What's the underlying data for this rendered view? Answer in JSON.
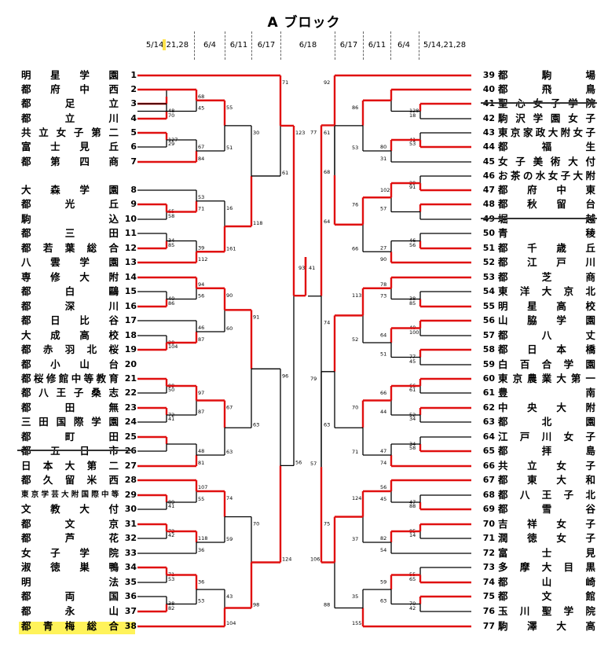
{
  "title": "A ブロック",
  "dates": {
    "left": [
      "5/14,21,28",
      "6/4",
      "6/11",
      "6/17"
    ],
    "center": "6/18",
    "right": [
      "6/17",
      "6/11",
      "6/4",
      "5/14,21,28"
    ]
  },
  "left_teams": [
    {
      "no": "1",
      "name": "明星学園"
    },
    {
      "no": "2",
      "name": "都府中西"
    },
    {
      "no": "3",
      "name": "都足立"
    },
    {
      "no": "4",
      "name": "都立川"
    },
    {
      "no": "5",
      "name": "共立女子第二"
    },
    {
      "no": "6",
      "name": "富士見丘"
    },
    {
      "no": "7",
      "name": "都第四商"
    },
    {
      "no": "8",
      "name": "大森学園"
    },
    {
      "no": "9",
      "name": "都光丘"
    },
    {
      "no": "10",
      "name": "駒込"
    },
    {
      "no": "11",
      "name": "都三田"
    },
    {
      "no": "12",
      "name": "都若葉総合"
    },
    {
      "no": "13",
      "name": "八雲学園"
    },
    {
      "no": "14",
      "name": "専修大附"
    },
    {
      "no": "15",
      "name": "都白鷗"
    },
    {
      "no": "16",
      "name": "都深川"
    },
    {
      "no": "17",
      "name": "都日比谷"
    },
    {
      "no": "18",
      "name": "大成高校"
    },
    {
      "no": "19",
      "name": "都赤羽北桜"
    },
    {
      "no": "20",
      "name": "都小山台"
    },
    {
      "no": "21",
      "name": "都桜修館中等教育"
    },
    {
      "no": "22",
      "name": "都八王子桑志"
    },
    {
      "no": "23",
      "name": "都田無"
    },
    {
      "no": "24",
      "name": "三田国際学園"
    },
    {
      "no": "25",
      "name": "都町田"
    },
    {
      "no": "26",
      "name": "都五日市"
    },
    {
      "no": "27",
      "name": "日本大第二"
    },
    {
      "no": "28",
      "name": "都久留米西"
    },
    {
      "no": "29",
      "name": "東京学芸大附国際中等"
    },
    {
      "no": "30",
      "name": "文教大付"
    },
    {
      "no": "31",
      "name": "都文京"
    },
    {
      "no": "32",
      "name": "都芦花"
    },
    {
      "no": "33",
      "name": "女子学院"
    },
    {
      "no": "34",
      "name": "淑徳巣鴨"
    },
    {
      "no": "35",
      "name": "明法"
    },
    {
      "no": "36",
      "name": "都両国"
    },
    {
      "no": "37",
      "name": "都永山"
    },
    {
      "no": "38",
      "name": "都青梅総合"
    }
  ],
  "right_teams": [
    {
      "no": "39",
      "name": "都駒場"
    },
    {
      "no": "40",
      "name": "都飛鳥"
    },
    {
      "no": "41",
      "name": "聖心女子学院"
    },
    {
      "no": "42",
      "name": "駒沢学園女子"
    },
    {
      "no": "43",
      "name": "東京家政大附女子"
    },
    {
      "no": "44",
      "name": "都福生"
    },
    {
      "no": "45",
      "name": "女子美術大付"
    },
    {
      "no": "46",
      "name": "お茶の水女子大附"
    },
    {
      "no": "47",
      "name": "都府中東"
    },
    {
      "no": "48",
      "name": "都秋留台"
    },
    {
      "no": "49",
      "name": "堀越"
    },
    {
      "no": "50",
      "name": "青稜"
    },
    {
      "no": "51",
      "name": "都千歳丘"
    },
    {
      "no": "52",
      "name": "都江戸川"
    },
    {
      "no": "53",
      "name": "都芝商"
    },
    {
      "no": "54",
      "name": "東洋大京北"
    },
    {
      "no": "55",
      "name": "明星高校"
    },
    {
      "no": "56",
      "name": "山脇学園"
    },
    {
      "no": "57",
      "name": "都八丈"
    },
    {
      "no": "58",
      "name": "都日本橋"
    },
    {
      "no": "59",
      "name": "白百合学園"
    },
    {
      "no": "60",
      "name": "東京農業大第一"
    },
    {
      "no": "61",
      "name": "豊南"
    },
    {
      "no": "62",
      "name": "中央大附"
    },
    {
      "no": "63",
      "name": "都北園"
    },
    {
      "no": "64",
      "name": "江戸川女子"
    },
    {
      "no": "65",
      "name": "都拝島"
    },
    {
      "no": "66",
      "name": "共立女子"
    },
    {
      "no": "67",
      "name": "都東大和"
    },
    {
      "no": "68",
      "name": "都八王子北"
    },
    {
      "no": "69",
      "name": "都雪谷"
    },
    {
      "no": "70",
      "name": "吉祥女子"
    },
    {
      "no": "71",
      "name": "潤徳女子"
    },
    {
      "no": "72",
      "name": "富士見"
    },
    {
      "no": "73",
      "name": "多摩大目黒"
    },
    {
      "no": "74",
      "name": "都山崎"
    },
    {
      "no": "75",
      "name": "都文館"
    },
    {
      "no": "76",
      "name": "玉川聖学院"
    },
    {
      "no": "77",
      "name": "駒澤大高"
    }
  ],
  "scores": {
    "left": [
      [
        "68",
        "45"
      ],
      [
        "48",
        "70"
      ],
      [
        "127",
        "29"
      ],
      [
        "55",
        "51"
      ],
      [
        "67",
        "84"
      ],
      [
        "30",
        "118"
      ],
      [
        "53",
        "71"
      ],
      [
        "65",
        "58"
      ],
      [
        "34",
        "85"
      ],
      [
        "39",
        "112"
      ],
      [
        "16",
        "161"
      ],
      [
        "94",
        "56"
      ],
      [
        "40",
        "86"
      ],
      [
        "46",
        "87"
      ],
      [
        "28",
        "104"
      ],
      [
        "90",
        "60"
      ],
      [
        "48",
        "77"
      ],
      [
        "91",
        "63"
      ],
      [
        "99",
        "50"
      ],
      [
        "72",
        "41"
      ],
      [
        "97",
        "87"
      ],
      [
        "48",
        "81"
      ],
      [
        "67",
        "63"
      ],
      [
        "107",
        "55"
      ],
      [
        "89",
        "41"
      ],
      [
        "72",
        "42"
      ],
      [
        "74",
        "59"
      ],
      [
        "118",
        "36"
      ],
      [
        "96",
        "124"
      ],
      [
        "71",
        "53"
      ],
      [
        "38",
        "82"
      ],
      [
        "36",
        "53"
      ],
      [
        "70",
        "98"
      ],
      [
        "43",
        "104"
      ],
      [
        "71",
        "61"
      ],
      [
        "123",
        "56"
      ]
    ],
    "right": [
      [
        "92",
        "68"
      ],
      [
        "128",
        "18"
      ],
      [
        "86",
        "53"
      ],
      [
        "41",
        "53"
      ],
      [
        "80",
        "31"
      ],
      [
        "61",
        "64"
      ],
      [
        "29",
        "91"
      ],
      [
        "102",
        "57"
      ],
      [
        "46",
        "56"
      ],
      [
        "27",
        "90"
      ],
      [
        "76",
        "66"
      ],
      [
        "78",
        "73"
      ],
      [
        "38",
        "85"
      ],
      [
        "113",
        "52"
      ],
      [
        "40",
        "100"
      ],
      [
        "64",
        "51"
      ],
      [
        "77",
        "45"
      ],
      [
        "74",
        "63"
      ],
      [
        "66",
        "61"
      ],
      [
        "66",
        "44"
      ],
      [
        "52",
        "34"
      ],
      [
        "70",
        "71"
      ],
      [
        "34",
        "58"
      ],
      [
        "47",
        "74"
      ],
      [
        "56",
        "45"
      ],
      [
        "47",
        "88"
      ],
      [
        "124",
        "37"
      ],
      [
        "85",
        "14"
      ],
      [
        "82",
        "54"
      ],
      [
        "79",
        "106"
      ],
      [
        "55",
        "65"
      ],
      [
        "59",
        "63"
      ],
      [
        "70",
        "42"
      ],
      [
        "35",
        "155"
      ],
      [
        "75",
        "88"
      ],
      [
        "77",
        "57"
      ]
    ],
    "final": [
      "93",
      "41"
    ]
  }
}
